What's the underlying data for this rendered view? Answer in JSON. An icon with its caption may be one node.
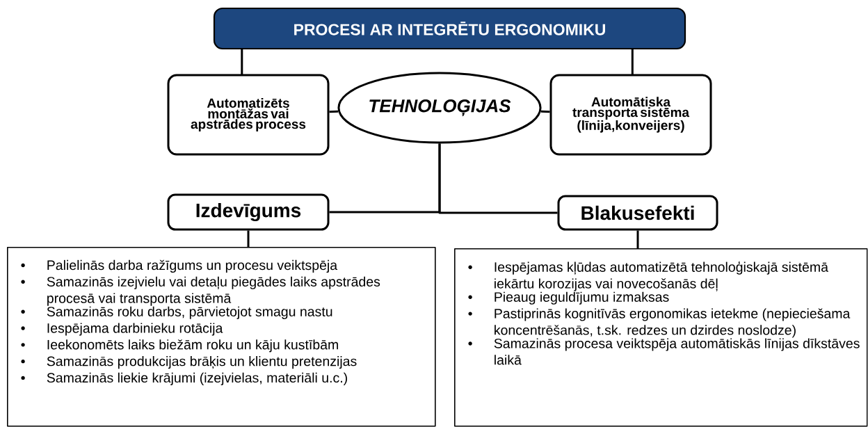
{
  "diagram": {
    "nodes": [
      {
        "text": [
          "PROCESI AR INTEGRĒTU ERGONOMIKU"
        ]
      },
      {
        "text": [
          "Automatizēts montāžas vai apstrādes process"
        ]
      },
      {
        "text": [
          "TEHNOLOĢIJAS"
        ]
      },
      {
        "text": [
          "Automātiska transporta sistēma (līnija,konveijers)"
        ]
      },
      {
        "text": [
          "Izdevīgums"
        ]
      },
      {
        "text": [
          "Blakusefekti"
        ]
      },
      {
        "text": [
          "Palielinās darba ražīgums un procesu veiktspēja",
          "Samazinās izejvielu vai detaļu piegādes laiks apstrādes procesā vai transporta sistēmā",
          "Samazinās roku darbs, pārvietojot smagu nastu",
          "Iespējama darbinieku rotācija",
          "Ieekonomēts laiks biežām roku un kāju kustībām",
          "Samazinās produkcijas brāķis un klientu pretenzijas",
          "Samazinās liekie krājumi (izejvielas, materiāli u.c.)"
        ]
      },
      {
        "text": [
          "Iespējamas kļūdas automatizētā tehnoloģiskajā sistēmā iekārtu korozijas vai novecošanās dēļ",
          "Pieaug ieguldījumu izmaksas",
          "Pastiprinās kognitīvās ergonomikas ietekme (nepieciešama koncentrēšanās, t.sk. redzes un dzirdes noslodze)",
          "Samazinās procesa veiktspēja automātiskās līnijas dīkstāves laikā"
        ]
      }
    ],
    "edges": [
      {
        "from": 0,
        "to": 1,
        "arrow": "none"
      },
      {
        "from": 0,
        "to": 3,
        "arrow": "none"
      },
      {
        "from": 1,
        "to": 2,
        "arrow": "none"
      },
      {
        "from": 2,
        "to": 3,
        "arrow": "none"
      },
      {
        "from": 2,
        "to": 4,
        "arrow": "none"
      },
      {
        "from": 2,
        "to": 5,
        "arrow": "none"
      },
      {
        "from": 4,
        "to": 6,
        "arrow": "none"
      },
      {
        "from": 5,
        "to": 7,
        "arrow": "none"
      }
    ]
  }
}
